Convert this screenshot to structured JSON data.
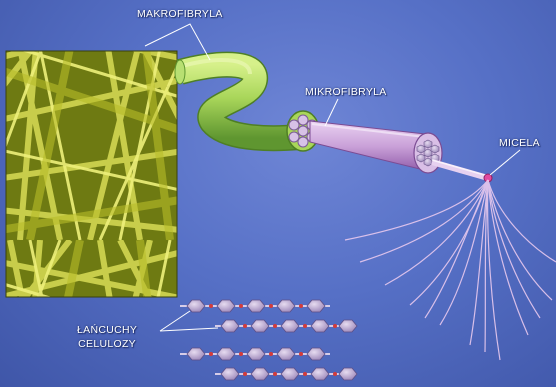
{
  "labels": {
    "makrofibryla": "MAKROFIBRYLA",
    "mikrofibryla": "MIKROFIBRYLA",
    "micela": "MICELA",
    "lancuchy_line1": "ŁAŃCUCHY",
    "lancuchy_line2": "CELULOZY"
  },
  "colors": {
    "background": "#5670c6",
    "macrofibril": "#a9d65a",
    "microfibril": "#c9a0d8",
    "micrograph": "#c6c93c",
    "label_text": "#ffffff"
  }
}
